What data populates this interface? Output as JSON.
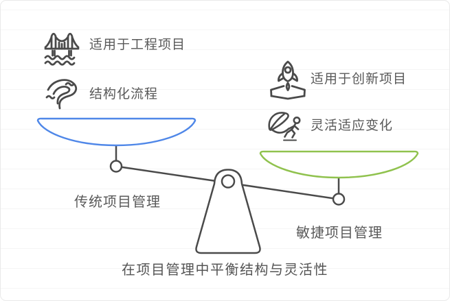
{
  "caption": "在项目管理中平衡结构与灵活性",
  "colors": {
    "stroke": "#4a4a4a",
    "blue": "#4f87e8",
    "green": "#90c24e",
    "text": "#595959"
  },
  "left": {
    "pan_label": "传统项目管理",
    "features": [
      {
        "icon": "bridge-icon",
        "label": "适用于工程项目"
      },
      {
        "icon": "river-icon",
        "label": "结构化流程"
      }
    ]
  },
  "right": {
    "pan_label": "敏捷项目管理",
    "features": [
      {
        "icon": "rocket-launch-icon",
        "label": "适用于创新项目"
      },
      {
        "icon": "kite-person-icon",
        "label": "灵活适应变化"
      }
    ]
  }
}
